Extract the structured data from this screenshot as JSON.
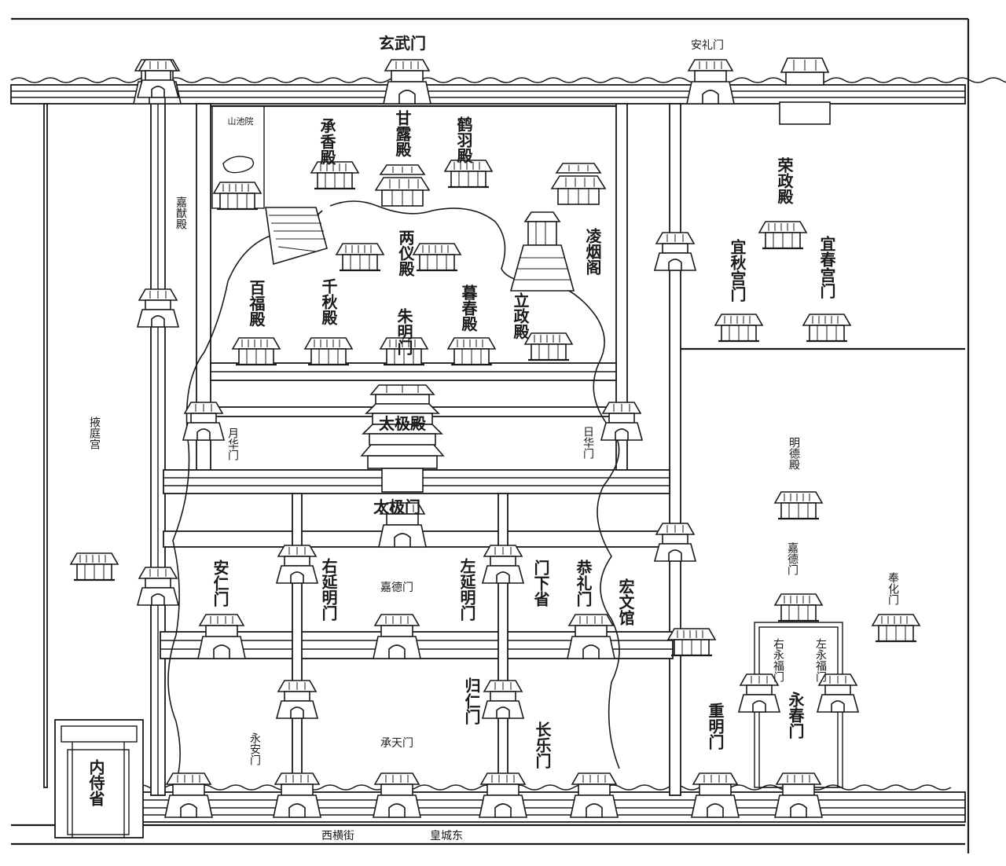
{
  "labels": {
    "xuanwu_gate": "玄武门",
    "anli_gate": "安礼门",
    "shanchi_yuan": "山池院",
    "chengxiang_hall": "承香殿",
    "ganlu_hall": "甘露殿",
    "heyu_hall": "鹤羽殿",
    "yanxian_hall": "嘉猷殿",
    "liangyi_hall": "两仪殿",
    "lingyan_ge": "凌烟阁",
    "rongzheng_hall": "荣政殿",
    "yiqiu_gate": "宜秋宫门",
    "yichun_gate": "宜春宫门",
    "baifu_hall": "百福殿",
    "qianqiu_hall": "千秋殿",
    "zhuming_gate": "朱明门",
    "muchun_hall": "暮春殿",
    "lizheng_hall": "立政殿",
    "yuehua_gate": "月华门",
    "taiji_hall": "太极殿",
    "rihua_gate": "日华门",
    "yeting_gong": "掖庭宫",
    "mingde_hall": "明德殿",
    "taiji_gate": "太极门",
    "anren_gate": "安仁门",
    "youyanming_gate": "右延明门",
    "jiade_gate": "嘉德门",
    "zuoyanming_gate": "左延明门",
    "menxia_sheng": "门下省",
    "gongli_gate": "恭礼门",
    "hongwen_guan": "宏文馆",
    "jiade_gate2": "嘉德门",
    "fenghua_gate": "奉化门",
    "youyongfu_gate": "右永福门",
    "zuoyongfu_gate": "左永福门",
    "guiren_gate": "归仁门",
    "yongan_gate": "永安门",
    "chengtian_gate": "承天门",
    "changle_gate": "长乐门",
    "chongming_gate": "重明门",
    "yongchun_gate": "永春门",
    "neishi_sheng": "内侍省",
    "xiheng_street": "西横街",
    "huangcheng_dong": "皇城东"
  },
  "icons": {
    "pavilion": "pavilion-icon",
    "gate_tower": "gate-tower-icon",
    "pagoda": "multi-tier-hall-icon",
    "hill": "terraced-hill-icon"
  },
  "colors": {
    "ink": "#1a1a1a",
    "paper": "#ffffff"
  }
}
